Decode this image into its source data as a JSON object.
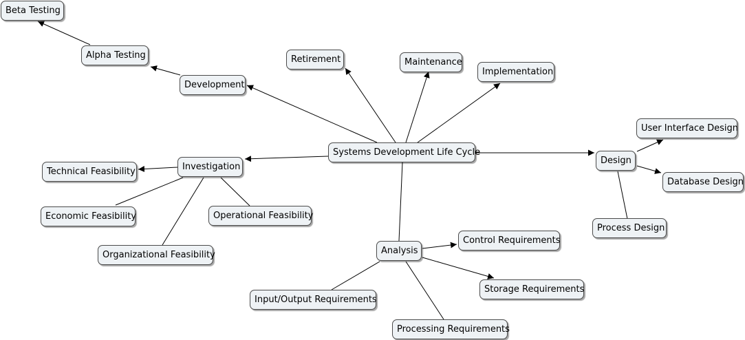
{
  "nodes": {
    "center": "Systems Development Life Cycle",
    "investigation": "Investigation",
    "technical_feasibility": "Technical Feasibility",
    "economic_feasibility": "Economic Feasibility",
    "organizational_feasibility": "Organizational Feasibility",
    "operational_feasibility": "Operational Feasibility",
    "development": "Development",
    "alpha_testing": "Alpha Testing",
    "beta_testing": "Beta Testing",
    "retirement": "Retirement",
    "maintenance": "Maintenance",
    "implementation": "Implementation",
    "design": "Design",
    "user_interface_design": "User Interface Design",
    "database_design": "Database Design",
    "process_design": "Process Design",
    "analysis": "Analysis",
    "control_requirements": "Control Requirements",
    "storage_requirements": "Storage Requirements",
    "input_output_requirements": "Input/Output Requirements",
    "processing_requirements": "Processing Requirements"
  },
  "colors": {
    "node_fill": "#eef2f5",
    "node_border": "#4a4a4a",
    "link": "#000000"
  }
}
